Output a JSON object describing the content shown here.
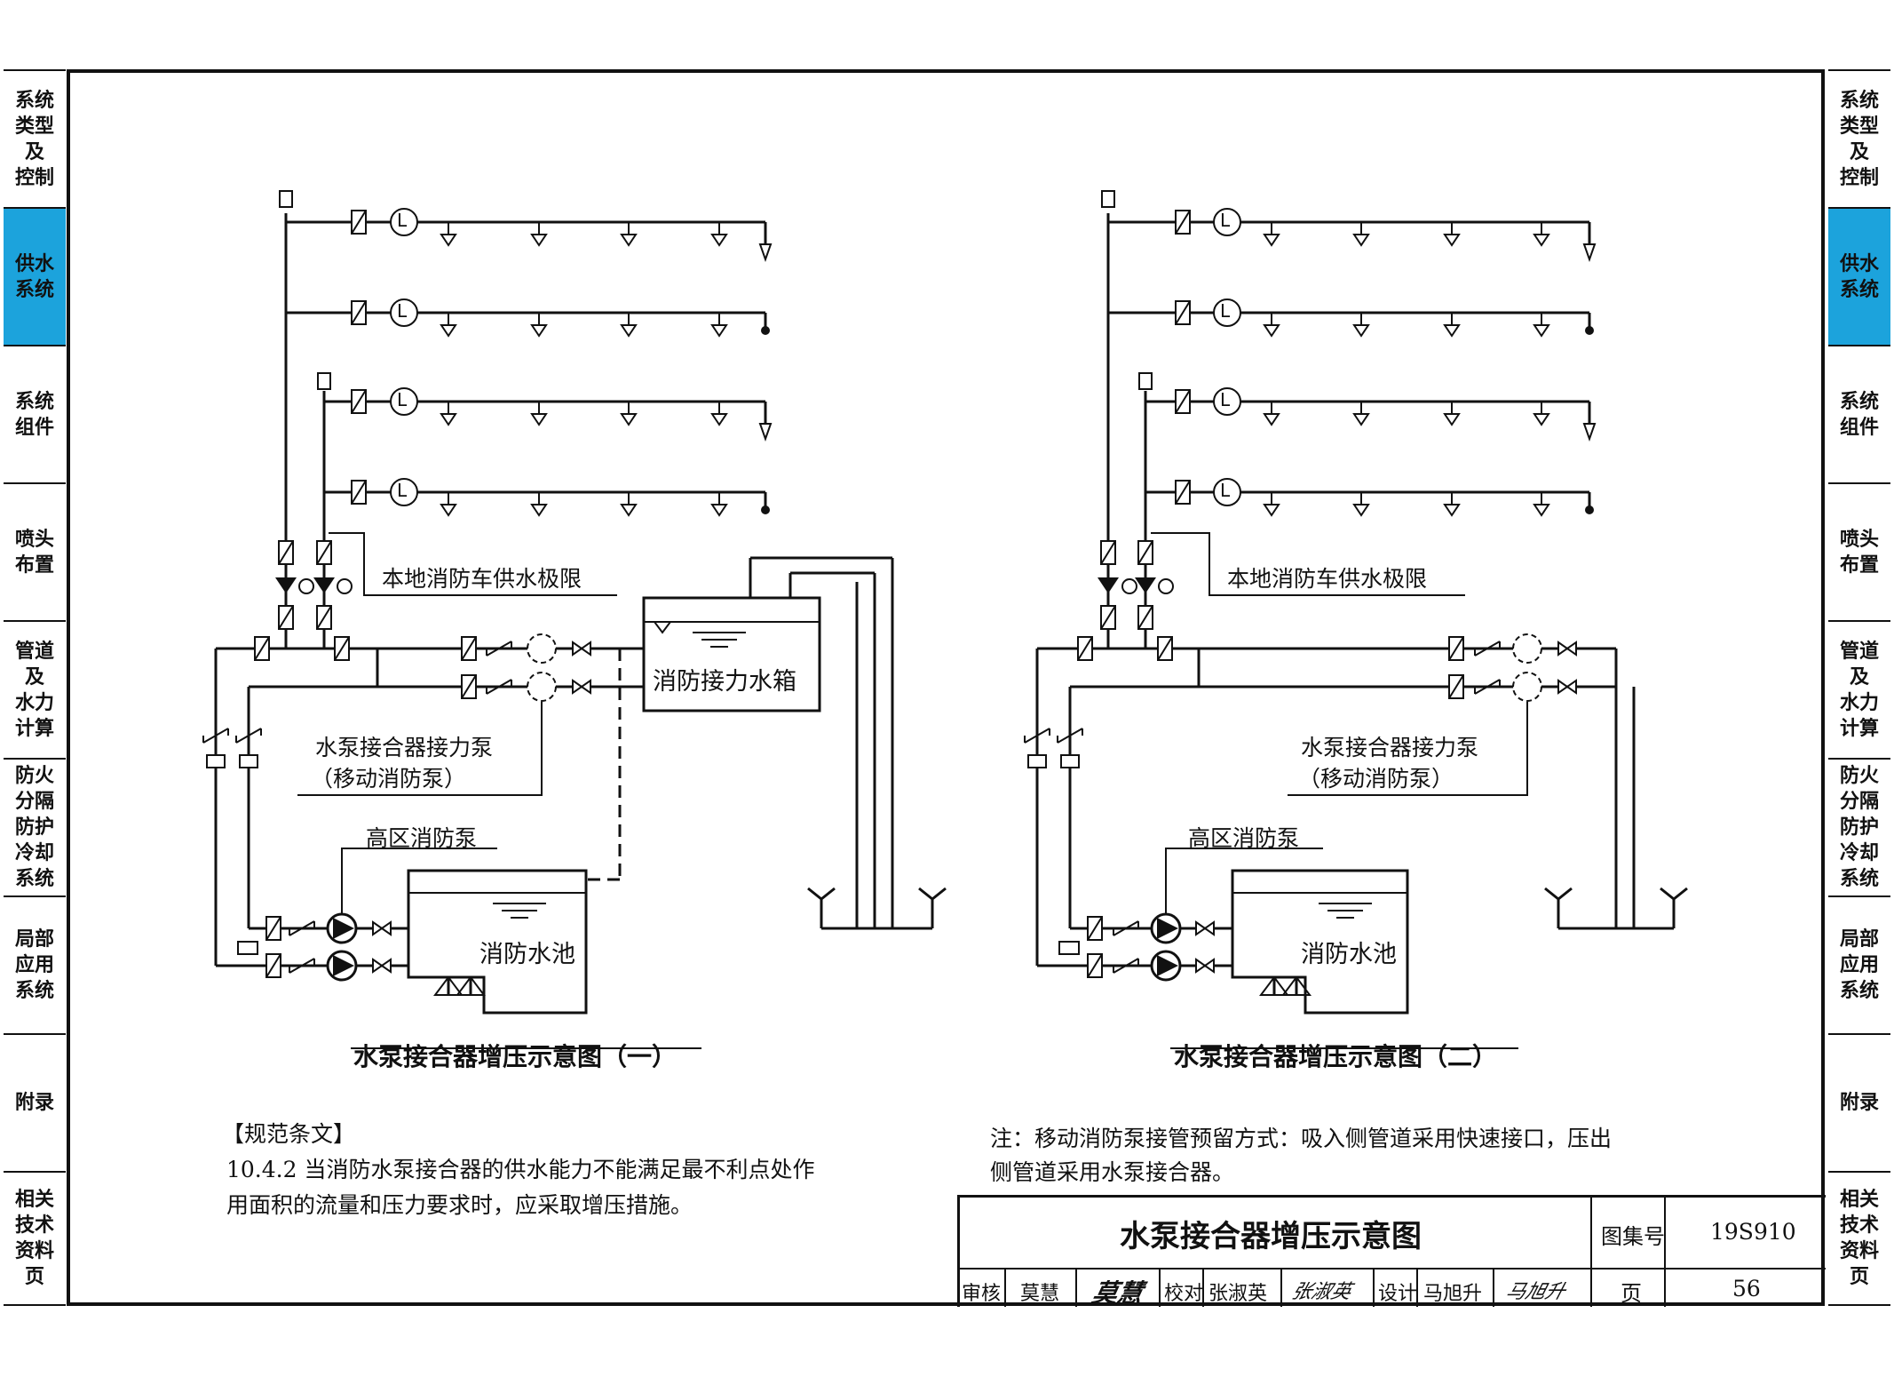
{
  "side_tabs": [
    {
      "label": "系统\n类型\n及\n控制",
      "active": false
    },
    {
      "label": "供水\n系统",
      "active": true
    },
    {
      "label": "系统\n组件",
      "active": false
    },
    {
      "label": "喷头\n布置",
      "active": false
    },
    {
      "label": "管道\n及\n水力\n计算",
      "active": false
    },
    {
      "label": "防火\n分隔\n防护\n冷却\n系统",
      "active": false
    },
    {
      "label": "局部\n应用\n系统",
      "active": false
    },
    {
      "label": "附录",
      "active": false
    },
    {
      "label": "相关\n技术\n资料\n页",
      "active": false
    }
  ],
  "colors": {
    "accent": "#1ca3dc",
    "line": "#111111"
  },
  "diagram1": {
    "title": "水泵接合器增压示意图（一）",
    "supply_limit": "本地消防车供水极限",
    "relay_tank": "消防接力水箱",
    "relay_pump_line1": "水泵接合器接力泵",
    "relay_pump_line2": "（移动消防泵）",
    "high_zone_pump": "高区消防泵",
    "fire_pool": "消防水池",
    "flow_meter": "L"
  },
  "diagram2": {
    "title": "水泵接合器增压示意图（二）",
    "supply_limit": "本地消防车供水极限",
    "relay_pump_line1": "水泵接合器接力泵",
    "relay_pump_line2": "（移动消防泵）",
    "high_zone_pump": "高区消防泵",
    "fire_pool": "消防水池",
    "flow_meter": "L"
  },
  "spec": {
    "heading": "【规范条文】",
    "line1": "10.4.2 当消防水泵接合器的供水能力不能满足最不利点处作",
    "line2": "用面积的流量和压力要求时，应采取增压措施。"
  },
  "note": {
    "line1": "注：移动消防泵接管预留方式：吸入侧管道采用快速接口，压出",
    "line2": "侧管道采用水泵接合器。"
  },
  "title_block": {
    "title": "水泵接合器增压示意图",
    "atlas_label": "图集号",
    "atlas_no": "19S910",
    "page_label": "页",
    "page_no": "56",
    "review_label": "审核",
    "review_name": "莫慧",
    "review_sign": "莫慧",
    "check_label": "校对",
    "check_name": "张淑英",
    "check_sign": "张淑英",
    "design_label": "设计",
    "design_name": "马旭升",
    "design_sign": "马旭升"
  }
}
